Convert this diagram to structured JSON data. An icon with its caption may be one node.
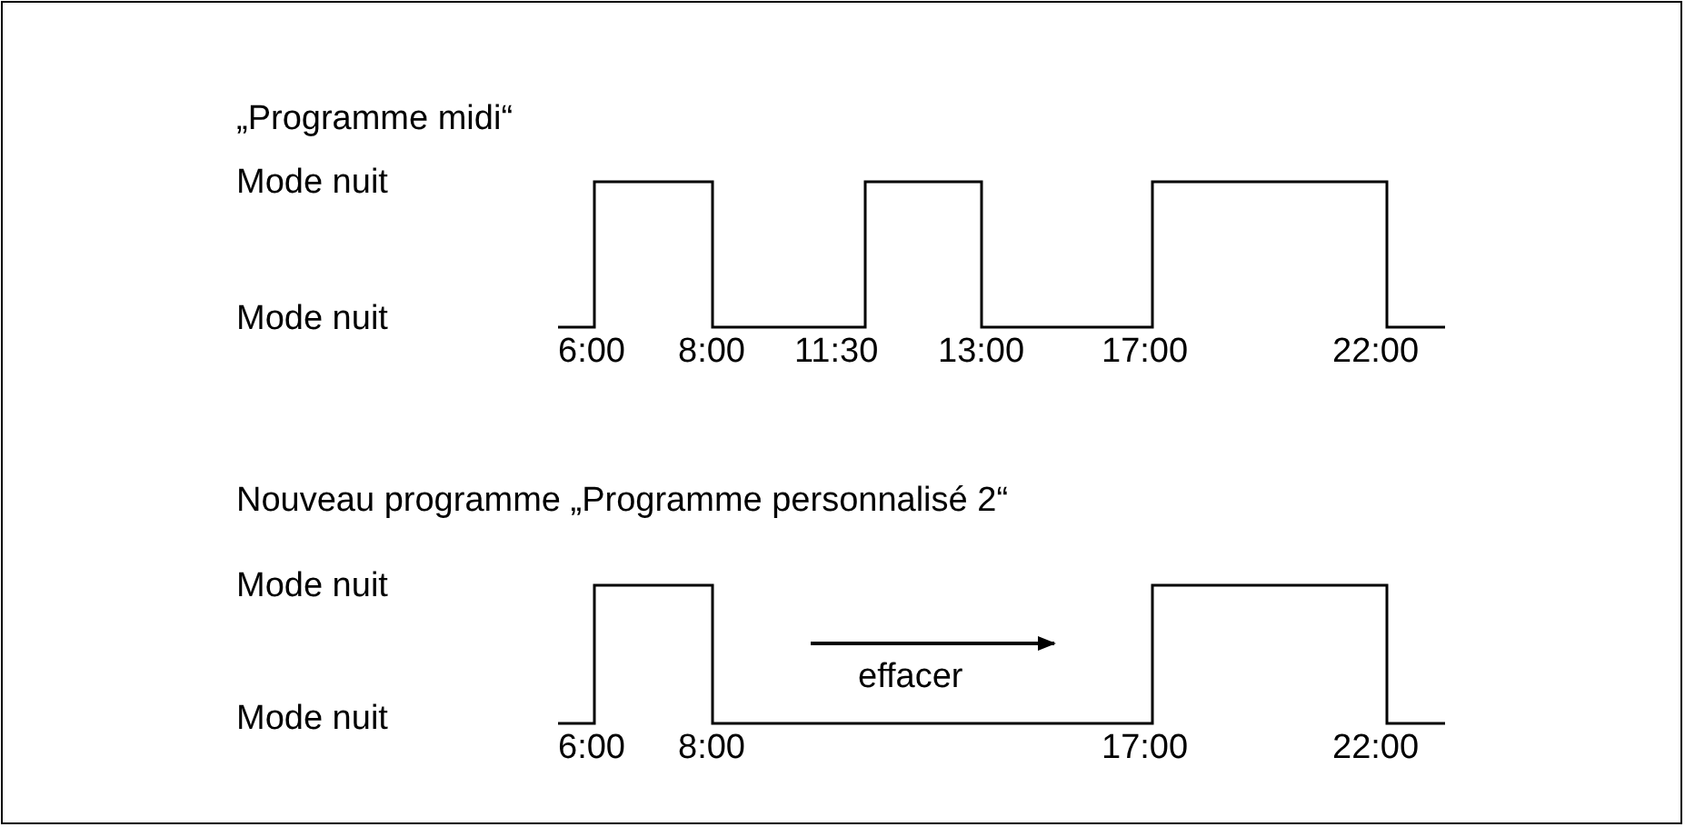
{
  "diagram": {
    "labels": [
      "„Programme midi“",
      "Mode nuit",
      "Mode nuit",
      "6:00",
      "8:00",
      "11:30",
      "13:00",
      "17:00",
      "22:00",
      "Nouveau programme „Programme personnalisé 2“",
      "Mode nuit",
      "effacer",
      "Mode nuit",
      "6:00",
      "8:00",
      "17:00",
      "22:00"
    ]
  }
}
